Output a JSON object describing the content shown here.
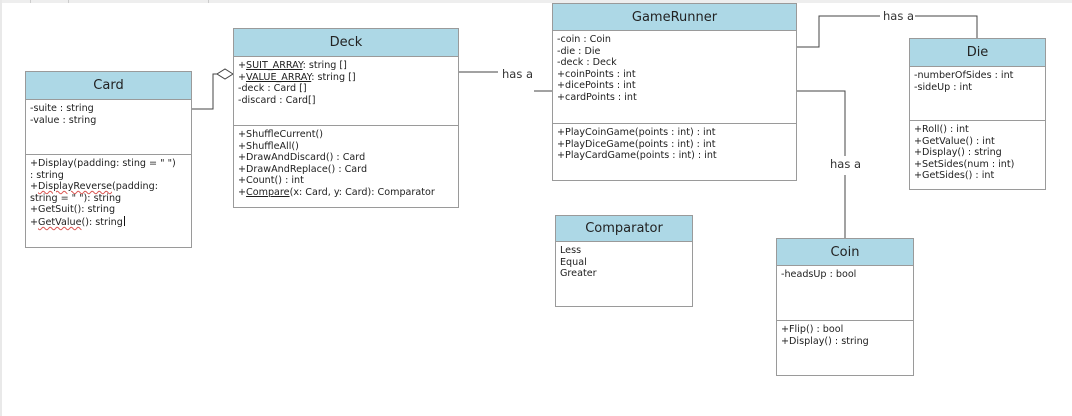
{
  "diagram": {
    "classes": {
      "card": {
        "name": "Card",
        "attributes": [
          "-suite : string",
          "-value : string"
        ],
        "methods": {
          "display_1": "+Display(padding: sting = \" \")",
          "display_2": ": string",
          "display_reverse_1_prefix": "+",
          "display_reverse_1_name": "DisplayReverse",
          "display_reverse_1_suffix": "(padding:",
          "display_reverse_2": "string = \" \"): string",
          "get_suit": "+GetSuit(): string",
          "get_value_prefix": "+",
          "get_value_name": "GetValue",
          "get_value_suffix": "(): string"
        }
      },
      "deck": {
        "name": "Deck",
        "attributes": {
          "suit_array_prefix": "+",
          "suit_array_name": "SUIT_ARRAY",
          "suit_array_suffix": ": string []",
          "value_array_prefix": "+",
          "value_array_name": "VALUE_ARRAY",
          "value_array_suffix": ": string []",
          "deck": "-deck : Card []",
          "discard": "-discard : Card[]"
        },
        "methods": {
          "shuffle_current": "+ShuffleCurrent()",
          "shuffle_all": "+ShuffleAll()",
          "draw_and_discard": "+DrawAndDiscard() : Card",
          "draw_and_replace": "+DrawAndReplace() : Card",
          "count": "+Count() : int",
          "compare_prefix": "+",
          "compare_name": "Compare",
          "compare_suffix": "(x: Card, y: Card): Comparator"
        }
      },
      "gamerunner": {
        "name": "GameRunner",
        "attributes": [
          "-coin : Coin",
          "-die : Die",
          "-deck : Deck",
          "+coinPoints : int",
          "+dicePoints : int",
          "+cardPoints : int"
        ],
        "methods": [
          "+PlayCoinGame(points : int) : int",
          "+PlayDiceGame(points : int) : int",
          "+PlayCardGame(points : int) : int"
        ]
      },
      "die": {
        "name": "Die",
        "attributes": [
          "-numberOfSides : int",
          "-sideUp : int"
        ],
        "methods": [
          "+Roll() : int",
          "+GetValue() : int",
          "+Display() : string",
          "+SetSides(num : int)",
          "+GetSides() : int"
        ]
      },
      "comparator": {
        "name": "Comparator",
        "values": [
          "Less",
          "Equal",
          "Greater"
        ]
      },
      "coin": {
        "name": "Coin",
        "attributes": [
          "-headsUp : bool"
        ],
        "methods": [
          "+Flip() : bool",
          "+Display() : string"
        ]
      }
    },
    "relationships": {
      "gamerunner_die": "has a",
      "deck_gamerunner": "has a",
      "gamerunner_coin": "has a"
    },
    "colors": {
      "header_fill": "#add8e6",
      "border": "#9a9a9a",
      "line": "#444444"
    }
  }
}
